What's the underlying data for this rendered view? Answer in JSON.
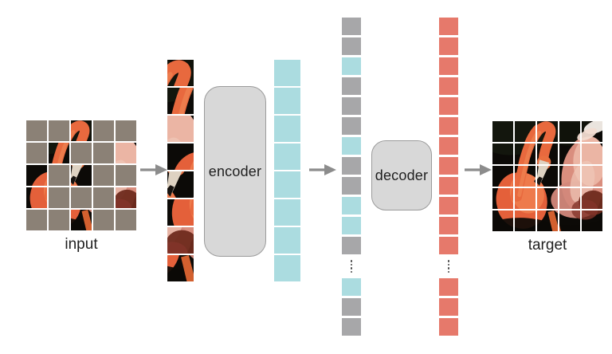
{
  "figure": {
    "input_label": "input",
    "target_label": "target",
    "encoder_label": "encoder",
    "decoder_label": "decoder"
  },
  "colors": {
    "background": "#ffffff",
    "masked-patch": "#8b8176",
    "mask-token": "#a7a7a9",
    "encoded-token": "#abdce0",
    "decoded-token": "#e6796b",
    "box-fill": "#d8d8d8",
    "box-border": "#9b9b9b",
    "arrow": "#8c8c8c",
    "label-text": "#1f1f1f",
    "dots": "#4a4a4a"
  },
  "input_grid": {
    "rows": 5,
    "cols": 5,
    "visible_cells": [
      [
        0,
        2
      ],
      [
        1,
        1
      ],
      [
        1,
        4
      ],
      [
        2,
        0
      ],
      [
        2,
        2
      ],
      [
        3,
        0
      ],
      [
        3,
        4
      ],
      [
        4,
        2
      ]
    ]
  },
  "patch_strip": {
    "cells": [
      [
        0,
        2
      ],
      [
        1,
        1
      ],
      [
        1,
        4
      ],
      [
        2,
        0
      ],
      [
        2,
        2
      ],
      [
        3,
        0
      ],
      [
        3,
        4
      ],
      [
        4,
        2
      ]
    ]
  },
  "encoded_strip": {
    "token_count": 8
  },
  "latent_strip": {
    "before_dots": [
      "mask",
      "mask",
      "enc",
      "mask",
      "mask",
      "mask",
      "enc",
      "mask",
      "mask",
      "enc",
      "enc",
      "mask"
    ],
    "after_dots": [
      "enc",
      "mask",
      "mask"
    ],
    "dot_count": 4
  },
  "decoded_strip": {
    "before_dots_count": 12,
    "after_dots_count": 3,
    "dot_count": 4
  },
  "target_grid": {
    "rows": 5,
    "cols": 5
  }
}
